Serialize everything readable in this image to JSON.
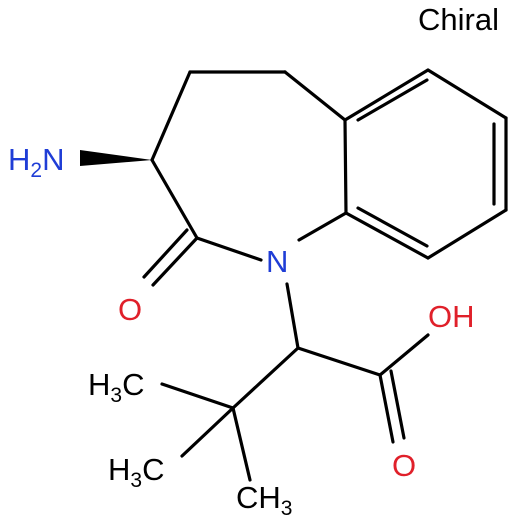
{
  "chiral_label": "Chiral",
  "atoms": {
    "amine": {
      "main": "H",
      "sub": "2",
      "tail": "N",
      "color": "#1f3dd6"
    },
    "ring_nitrogen": {
      "text": "N",
      "color": "#1f3dd6"
    },
    "ketone_oxygen": {
      "text": "O",
      "color": "#e0202a"
    },
    "acid_hydroxyl": {
      "text": "OH",
      "color": "#e0202a"
    },
    "acid_oxygen": {
      "text": "O",
      "color": "#e0202a"
    },
    "methyl_upper": {
      "main": "H",
      "sub": "3",
      "tail": "C",
      "color": "#000000"
    },
    "methyl_lower": {
      "main": "H",
      "sub": "3",
      "tail": "C",
      "color": "#000000"
    },
    "methyl_bottom": {
      "main": "CH",
      "sub": "3",
      "color": "#000000"
    }
  },
  "stereo": {
    "wedge_color": "#000000"
  }
}
